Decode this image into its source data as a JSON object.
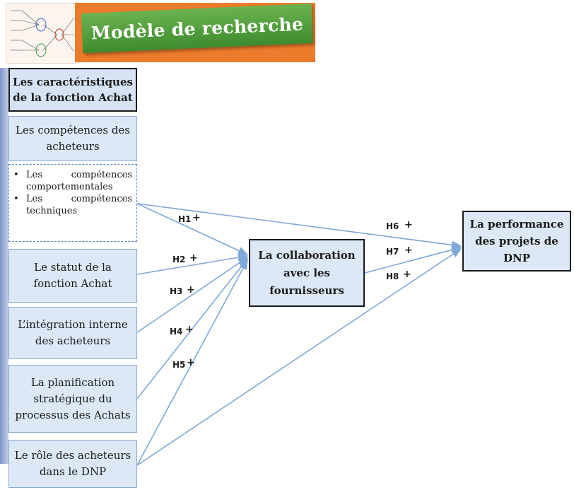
{
  "title": "Modèle de recherche",
  "header": {
    "line1": "Les caractéristiques",
    "line2": "de la fonction Achat"
  },
  "competences": {
    "line1": "Les compétences des",
    "line2": "acheteurs"
  },
  "sub_items": [
    {
      "w1": "Les",
      "w2": "compétences",
      "rest": "comportementales"
    },
    {
      "w1": "Les",
      "w2": "compétences",
      "rest": "techniques"
    }
  ],
  "statut": {
    "line1": "Le statut de la",
    "line2": "fonction Achat"
  },
  "integration": {
    "line1": "L’intégration interne",
    "line2": "des acheteurs"
  },
  "planification": {
    "line1": "La planification",
    "line2": "stratégique du",
    "line3": "processus des Achats"
  },
  "role": {
    "line1": "Le rôle des acheteurs",
    "line2": "dans le DNP"
  },
  "collaboration": {
    "line1": "La collaboration",
    "line2": "avec les",
    "line3": "fournisseurs"
  },
  "performance": {
    "line1": "La performance",
    "line2": "des projets de",
    "line3": "DNP"
  },
  "hypotheses": {
    "h1": "H1",
    "h2": "H2",
    "h3": "H3",
    "h4": "H4",
    "h5": "H5",
    "h6": "H6",
    "h7": "H7",
    "h8": "H8",
    "sign": "+"
  },
  "colors": {
    "arrow": "#7fa7d9",
    "box_fill": "#dce8f6",
    "banner_green": "#4f9d3a",
    "banner_orange": "#ec7b2c"
  }
}
